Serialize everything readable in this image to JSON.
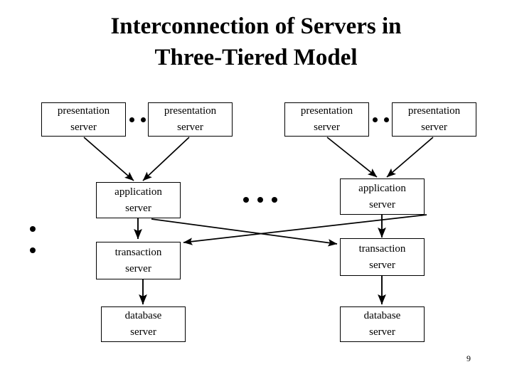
{
  "slide": {
    "title_lines": [
      "Interconnection of Servers in",
      "Three-Tiered Model"
    ],
    "page_number": "9",
    "background_color": "#ffffff",
    "ink_color": "#000000"
  },
  "margin_bullets": [
    {
      "name": "margin-bullet-1"
    },
    {
      "name": "margin-bullet-2"
    }
  ],
  "diagram": {
    "type": "three-tier-architecture",
    "clusters": [
      {
        "id": "left-cluster",
        "presentation_servers": [
          {
            "line1": "presentation",
            "line2": "server"
          },
          {
            "line1": "presentation",
            "line2": "server"
          }
        ],
        "presentation_ellipsis": {
          "dot_count": 2
        },
        "application_server": {
          "line1": "application",
          "line2": "server"
        },
        "transaction_server": {
          "line1": "transaction",
          "line2": "server"
        },
        "database_server": {
          "line1": "database",
          "line2": "server"
        }
      },
      {
        "id": "right-cluster",
        "presentation_servers": [
          {
            "line1": "presentation",
            "line2": "server"
          },
          {
            "line1": "presentation",
            "line2": "server"
          }
        ],
        "presentation_ellipsis": {
          "dot_count": 2
        },
        "application_server": {
          "line1": "application",
          "line2": "server"
        },
        "transaction_server": {
          "line1": "transaction",
          "line2": "server"
        },
        "database_server": {
          "line1": "database",
          "line2": "server"
        }
      }
    ],
    "cluster_ellipsis": {
      "dot_count": 3
    },
    "edges": [
      {
        "from": "left-presentation-1",
        "to": "left-application",
        "style": "arrow"
      },
      {
        "from": "left-presentation-2",
        "to": "left-application",
        "style": "arrow"
      },
      {
        "from": "right-presentation-1",
        "to": "right-application",
        "style": "arrow"
      },
      {
        "from": "right-presentation-2",
        "to": "right-application",
        "style": "arrow"
      },
      {
        "from": "left-application",
        "to": "left-transaction",
        "style": "arrow"
      },
      {
        "from": "right-application",
        "to": "right-transaction",
        "style": "arrow"
      },
      {
        "from": "left-application",
        "to": "right-transaction",
        "style": "arrow"
      },
      {
        "from": "right-application",
        "to": "left-transaction",
        "style": "arrow"
      },
      {
        "from": "left-transaction",
        "to": "left-database",
        "style": "arrow"
      },
      {
        "from": "right-transaction",
        "to": "right-database",
        "style": "arrow"
      }
    ]
  }
}
